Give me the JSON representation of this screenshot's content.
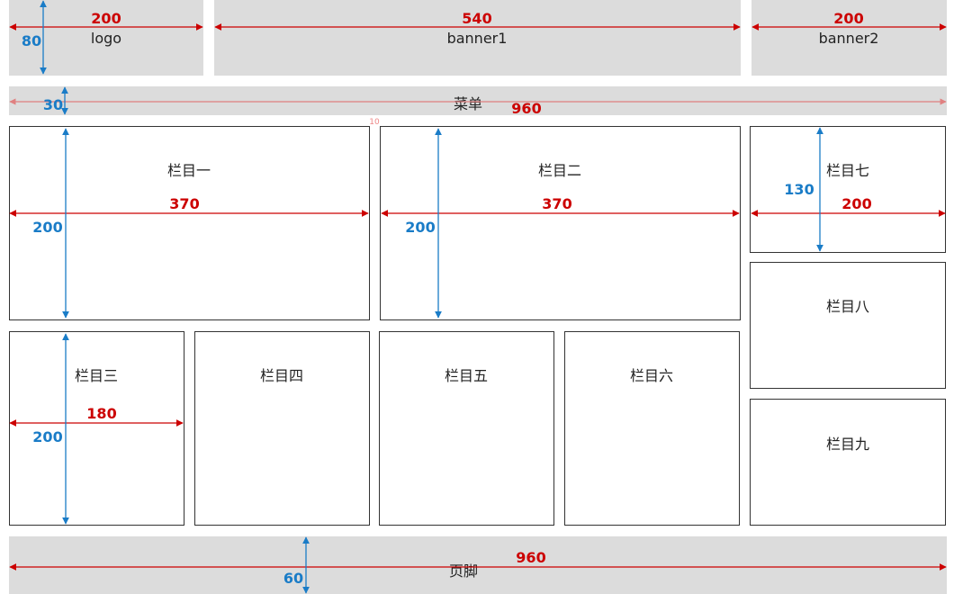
{
  "header": {
    "logo": "logo",
    "banner1": "banner1",
    "banner2": "banner2"
  },
  "menu": "菜单",
  "columns": [
    "栏目一",
    "栏目二",
    "栏目三",
    "栏目四",
    "栏目五",
    "栏目六",
    "栏目七",
    "栏目八",
    "栏目九"
  ],
  "footer": "页脚",
  "dimensions": {
    "logo_w": "200",
    "logo_h": "80",
    "banner1_w": "540",
    "banner2_w": "200",
    "menu_w": "960",
    "menu_h": "30",
    "gap": "10",
    "col1_w": "370",
    "col1_h": "200",
    "col2_w": "370",
    "col2_h": "200",
    "col3_w": "180",
    "col3_h": "200",
    "col7_w": "200",
    "col7_h": "130",
    "footer_w": "960",
    "footer_h": "60"
  },
  "colors": {
    "width": "#cc0000",
    "height": "#1a7cc7",
    "fill": "#dcdcdc"
  }
}
